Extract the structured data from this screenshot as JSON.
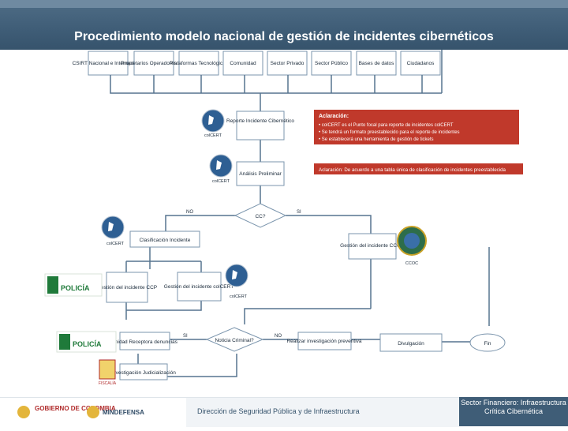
{
  "title": "Procedimiento modelo nacional de gestión de incidentes cibernéticos",
  "top_boxes": [
    "CSIRT Nacional e Internacional",
    "Propietarios Operadores ICC",
    "Plataformas Tecnológicas",
    "Comunidad",
    "Sector Privado",
    "Sector Público",
    "Bases de datos",
    "Ciudadanos"
  ],
  "nodes": {
    "reporte": "Reporte Incidente Cibernético",
    "analisis": "Análisis Preliminar",
    "decision": "CC?",
    "clasificacion": "Clasificación Incidente",
    "gestion_ccoc": "Gestión del incidente CCOC",
    "gestion_ccp": "Gestión del incidente CCP",
    "gestion_colcert": "Gestión del incidente colCERT",
    "unidad": "Unidad Receptora denuncias",
    "noticia": "Noticia Criminal?",
    "investigacion_preventiva": "Realizar investigación preventiva",
    "divulgacion": "Divulgación",
    "fin": "Fin",
    "investigacion_judicial": "Investigación Judicialización"
  },
  "labels": {
    "no": "NO",
    "si": "SI"
  },
  "aclaracion1": {
    "heading": "Aclaración:",
    "bullets": [
      "colCERT es el Punto focal para reporte de incidentes colCERT",
      "Se tendrá un formato preestablecido para el reporte de incidentes",
      "Se establecerá una herramienta de gestión de tickets"
    ]
  },
  "aclaracion2": "Aclaración: De acuerdo a una tabla única de clasificación de incidentes preestablecida",
  "seal_labels": {
    "colcert": "colCERT",
    "ccoc": "CCOC"
  },
  "police_logo": "POLICÍA",
  "fiscalia_logo": "FISCALÍA",
  "footer": {
    "gobierno": "GOBIERNO DE COLOMBIA",
    "mindefensa": "MINDEFENSA",
    "direccion": "Dirección de Seguridad Pública y de Infraestructura",
    "sector": "Sector Financiero: Infraestructura Crítica Cibernética"
  },
  "colors": {
    "title_bg": "#3f5d77",
    "aclaracion_bg": "#c0392b",
    "flow": "#56748f",
    "police_green": "#1f7a3a"
  }
}
